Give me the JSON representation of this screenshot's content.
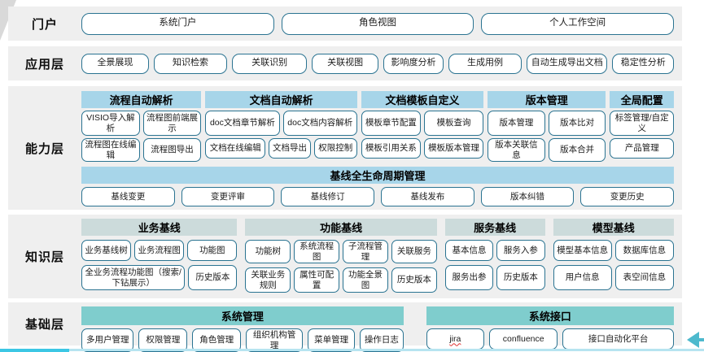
{
  "palette": {
    "band_bg": "#efefef",
    "box_border": "#2a7391",
    "cap_header": "#a7d5e9",
    "know_header": "#ccdbdb",
    "found_header": "#7fcdcd",
    "bottom_line": "#b6e4f0",
    "bottom_accent": "#3cc7e4",
    "arrow": "#4db9cd",
    "corner": "#d9d9d9"
  },
  "layers": {
    "portal": {
      "label": "门户",
      "items": [
        "系统门户",
        "角色视图",
        "个人工作空间"
      ]
    },
    "application": {
      "label": "应用层",
      "items": [
        "全景展现",
        "知识检索",
        "关联识别",
        "关联视图",
        "影响度分析",
        "生成用例",
        "自动生成导出文档",
        "稳定性分析"
      ]
    },
    "capability": {
      "label": "能力层",
      "groups": [
        {
          "title": "流程自动解析",
          "rows": [
            [
              "VISIO导入解析",
              "流程图前端展示"
            ],
            [
              "流程图在线编辑",
              "流程图导出"
            ]
          ]
        },
        {
          "title": "文档自动解析",
          "rows": [
            [
              "doc文档章节解析",
              "doc文档内容解析"
            ],
            [
              "文档在线编辑",
              "文档导出",
              "权限控制"
            ]
          ]
        },
        {
          "title": "文档模板自定义",
          "rows": [
            [
              "模板章节配置",
              "模板查询"
            ],
            [
              "模板引用关系",
              "模板版本管理"
            ]
          ]
        },
        {
          "title": "版本管理",
          "rows": [
            [
              "版本管理",
              "版本比对"
            ],
            [
              "版本关联信息",
              "版本合并"
            ]
          ]
        },
        {
          "title": "全局配置",
          "rows": [
            [
              "标签管理/自定义"
            ],
            [
              "产品管理"
            ]
          ]
        }
      ],
      "baseline": {
        "title": "基线全生命周期管理",
        "items": [
          "基线变更",
          "变更评审",
          "基线修订",
          "基线发布",
          "版本纠错",
          "变更历史"
        ]
      }
    },
    "knowledge": {
      "label": "知识层",
      "groups": [
        {
          "title": "业务基线",
          "rows": [
            [
              "业务基线树",
              "业务流程图",
              "功能图"
            ],
            [
              "全业务流程功能图（搜索/下钻展示）",
              "历史版本"
            ]
          ]
        },
        {
          "title": "功能基线",
          "rows": [
            [
              "功能树",
              "系统流程图",
              "子流程管理",
              "关联服务"
            ],
            [
              "关联业务规则",
              "属性可配置",
              "功能全景图",
              "历史版本"
            ]
          ]
        },
        {
          "title": "服务基线",
          "rows": [
            [
              "基本信息",
              "服务入参"
            ],
            [
              "服务出参",
              "历史版本"
            ]
          ]
        },
        {
          "title": "模型基线",
          "rows": [
            [
              "模型基本信息",
              "数据库信息"
            ],
            [
              "用户信息",
              "表空间信息"
            ]
          ]
        }
      ]
    },
    "foundation": {
      "label": "基础层",
      "groups": [
        {
          "title": "系统管理",
          "rows": [
            [
              "多用户管理",
              "权限管理",
              "角色管理",
              "组织机构管理",
              "菜单管理",
              "操作日志"
            ]
          ]
        },
        {
          "title": "系统接口",
          "rows": [
            [
              "jira",
              "confluence",
              "接口自动化平台"
            ]
          ]
        }
      ]
    }
  }
}
